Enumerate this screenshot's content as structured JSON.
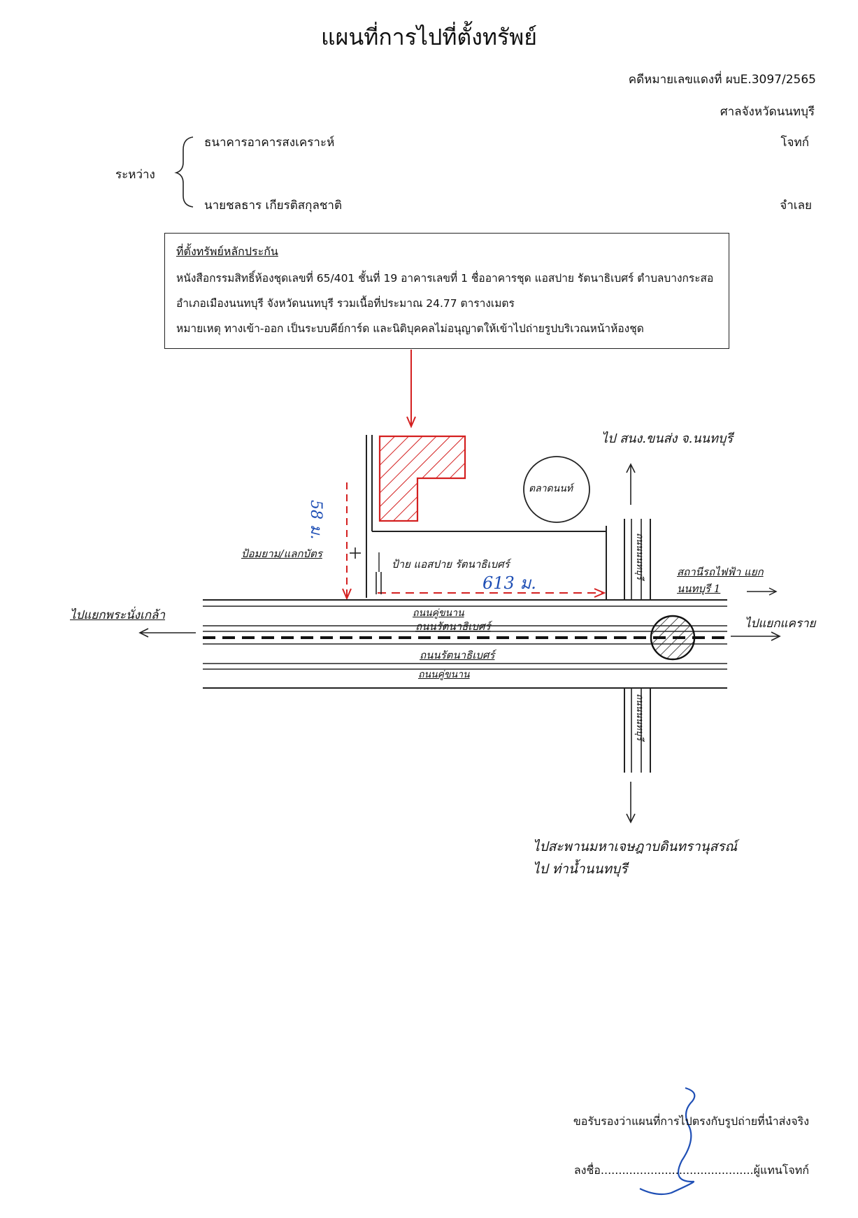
{
  "title": "แผนที่การไปที่ตั้งทรัพย์",
  "case_header": {
    "case_number": "คดีหมายเลขแดงที่ ผบE.3097/2565",
    "court": "ศาลจังหวัดนนทบุรี"
  },
  "parties": {
    "between_label": "ระหว่าง",
    "plaintiff_name": "ธนาคารอาคารสงเคราะห์",
    "plaintiff_role": "โจทก์",
    "defendant_name": "นายชลธาร  เกียรติสกุลชาติ",
    "defendant_role": "จำเลย"
  },
  "collateral_box": {
    "heading": "ที่ตั้งทรัพย์หลักประกัน",
    "line1": "หนังสือกรรมสิทธิ์ห้องชุดเลขที่ 65/401 ชั้นที่ 19 อาคารเลขที่ 1 ชื่ออาคารชุด แอสปาย รัตนาธิเบศร์  ตำบลบางกระสอ",
    "line2": "อำเภอเมืองนนทบุรี   จังหวัดนนทบุรี  รวมเนื้อที่ประมาณ  24.77  ตารางเมตร",
    "line3": "หมายเหตุ ทางเข้า-ออก เป็นระบบคีย์การ์ด และนิติบุคคลไม่อนุญาตให้เข้าไปถ่ายรูปบริเวณหน้าห้องชุด"
  },
  "map": {
    "label_to_nonthaburi_office": "ไป สนง.ขนส่ง จ.นนทบุรี",
    "label_market": "ตลาดนนท์",
    "label_distance_vertical": "58 ม.",
    "label_distance_horizontal": "613 ม.",
    "label_sign_left": "ป้อมยาม/แลกบัตร",
    "label_sign_building": "ป้าย แอสปาย รัตนาธิเบศร์",
    "label_to_phra_nang_klao": "ไปแยกพระนั่งเกล้า",
    "label_to_khae_rai": "ไปแยกแคราย",
    "label_station": "สถานีรถไฟฟ้า แยกนนทบุรี 1",
    "label_frontage_road_top": "ถนนคู่ขนาน",
    "label_main_road_top": "ถนนรัตนาธิเบศร์",
    "label_main_road_bottom": "ถนนรัตนาธิเบศร์",
    "label_frontage_road_bottom": "ถนนคู่ขนาน",
    "label_road_north": "ถนนนนทบุรี",
    "label_road_south": "ถนนนนทบุรี",
    "label_to_bridge": "ไปสะพานมหาเจษฎาบดินทรานุสรณ์",
    "label_to_pier": "ไป ท่าน้ำนนทบุรี",
    "accent_red": "#d42020",
    "accent_blue": "#1f4fb5"
  },
  "footer": {
    "certification": "ขอรับรองว่าแผนที่การไปตรงกับรูปถ่ายที่นำส่งจริง",
    "sign_prefix": "ลงชื่อ",
    "sign_dots": "...........................................",
    "sign_suffix": "ผู้แทนโจทก์"
  }
}
